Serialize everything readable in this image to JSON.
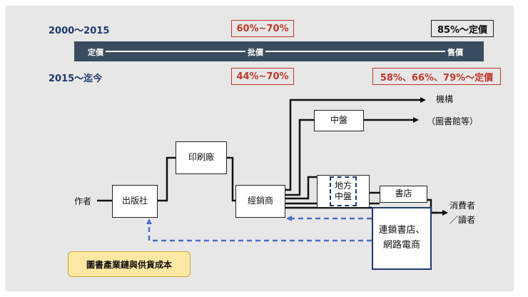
{
  "pricing": {
    "period_before": "2000～2015",
    "period_after": "2015～迄今",
    "bar": {
      "list_price": "定價",
      "wholesale": "批價",
      "retail": "售價"
    },
    "before_wholesale": "60%~70%",
    "before_retail": "85%～定價",
    "after_wholesale": "44%~70%",
    "after_retail": "58%、66%、79%～定價"
  },
  "chain": {
    "author": "作者",
    "publisher": "出版社",
    "printer": "印刷廠",
    "distributor": "經銷商",
    "mid_distributor": "中盤",
    "local_mid_distributor": "地方\n中盤",
    "bookstore": "書店",
    "chain_online": "連鎖書店、\n網路電商",
    "institutions": "機構",
    "libraries": "（圖書館等）",
    "consumers": "消費者\n／讀者"
  },
  "caption": "圖書產業鏈與供貨成本",
  "colors": {
    "bar": "#3a4d60",
    "period_text": "#1e3a6e",
    "highlight": "#c0392b",
    "dashed_arrow": "#4a6fc8",
    "caption_bg": "#ffe8a3"
  }
}
